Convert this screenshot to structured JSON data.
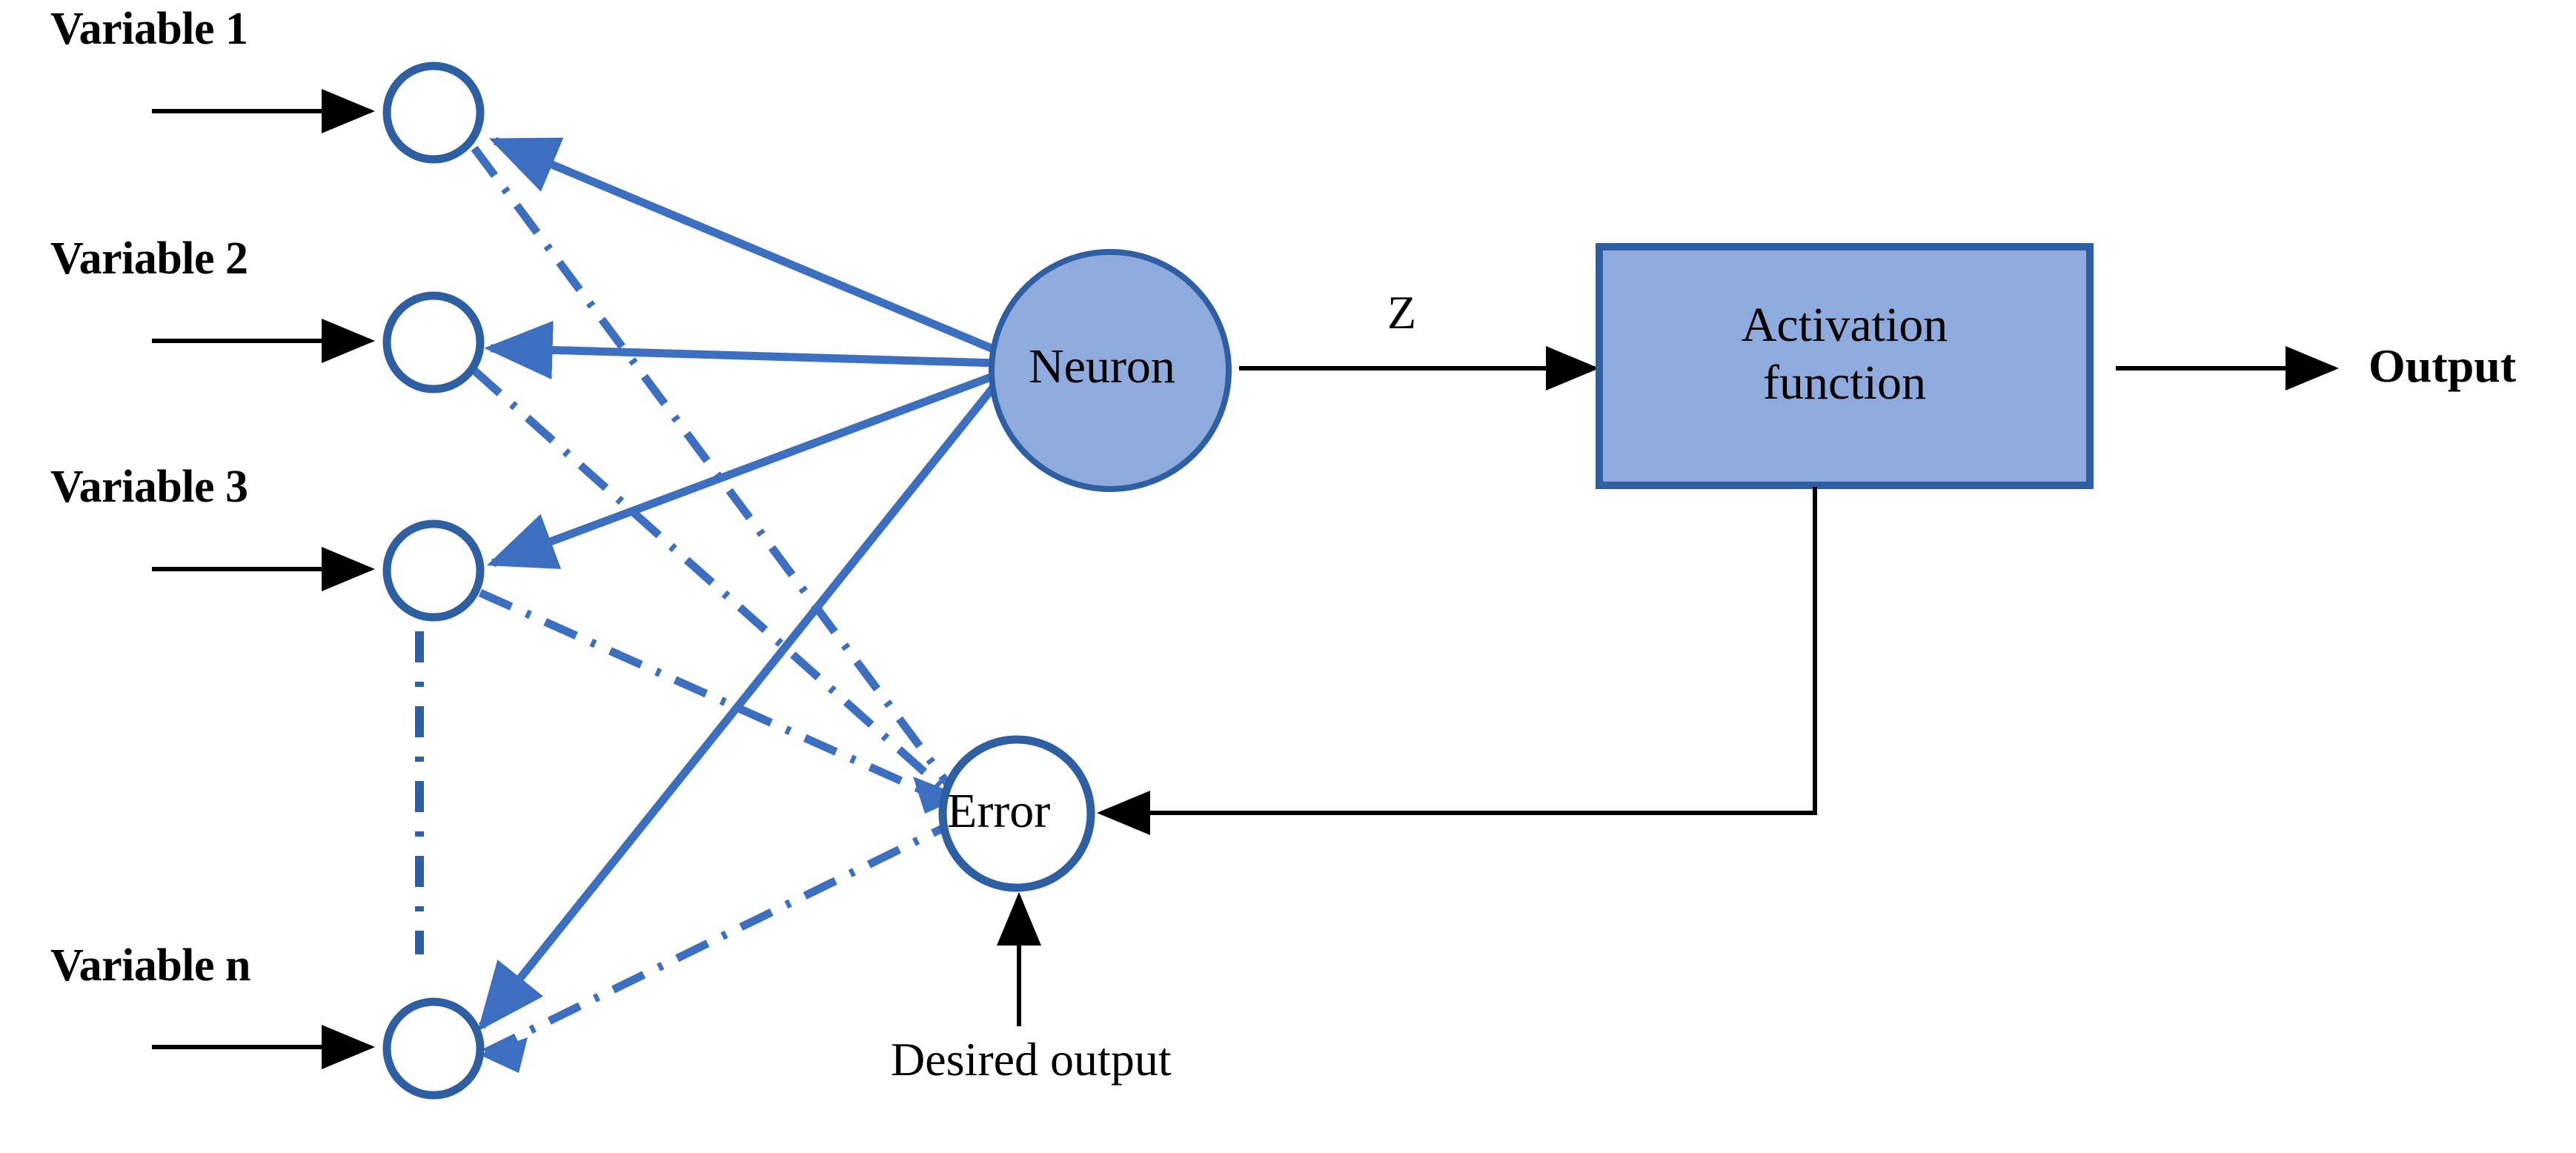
{
  "diagram": {
    "title": "Artificial neuron with backpropagation error feedback",
    "colors": {
      "node_stroke": "#2E5FA3",
      "node_fill_accent": "#8FAADC",
      "node_fill_plain": "#FFFFFF",
      "weight_line": "#3C6FBF",
      "flow_line": "#000000",
      "text": "#000000",
      "background": "#FFFFFF"
    },
    "inputs": [
      {
        "label": "Variable 1",
        "node_name": "input-node-1"
      },
      {
        "label": "Variable 2",
        "node_name": "input-node-2"
      },
      {
        "label": "Variable 3",
        "node_name": "input-node-3"
      },
      {
        "label": "Variable n",
        "node_name": "input-node-n"
      }
    ],
    "vertical_ellipsis": {
      "style": "dash-dot",
      "meaning": "more input variables"
    },
    "neuron": {
      "label": "Neuron"
    },
    "pre_activation": {
      "label": "Z"
    },
    "activation": {
      "label_line1": "Activation",
      "label_line2": "function"
    },
    "output": {
      "label": "Output"
    },
    "error": {
      "label": "Error"
    },
    "desired_output": {
      "label": "Desired output"
    },
    "edges": {
      "input_to_neuron_style": "solid",
      "error_to_input_style": "dash-dot",
      "feedback_style": "solid"
    }
  }
}
